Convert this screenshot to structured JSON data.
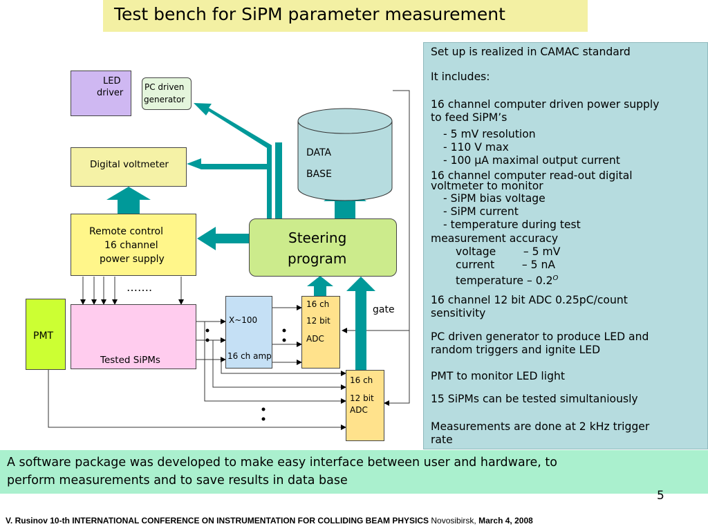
{
  "title": "Test bench for SiPM parameter measurement",
  "info": [
    "Set up is realized in CAMAC standard",
    "It includes:",
    "16 channel computer driven power supply",
    "to feed SiPM’s",
    "- 5 mV resolution",
    "- 110 V max",
    "- 100 μA maximal output current",
    "16 channel computer read-out digital",
    "voltmeter to monitor",
    "- SiPM bias voltage",
    "- SiPM current",
    "- temperature during test",
    "measurement accuracy",
    "voltage        – 5 mV",
    "current        – 5 nA",
    "temperature – 0.2",
    "16 channel 12 bit ADC 0.25pC/count",
    "sensitivity",
    "PC driven generator to produce LED and",
    "random triggers and ignite LED",
    "PMT to monitor LED light",
    "15 SiPMs can be tested simultaniously",
    "Measurements are done at 2 kHz trigger",
    "rate"
  ],
  "degree_symbol": "O",
  "diagram": {
    "led_driver": [
      "LED",
      "driver"
    ],
    "generator": [
      "PC driven",
      "generator"
    ],
    "voltmeter": "Digital voltmeter",
    "database": [
      "DATA",
      "BASE"
    ],
    "power_supply": [
      "Remote control",
      "16 channel",
      "power supply"
    ],
    "steering": [
      "Steering",
      "program"
    ],
    "pmt": "PMT",
    "sipms": "Tested SiPMs",
    "amp_gain": "X~100",
    "amp_label": "16 ch amp",
    "adc1": [
      "16 ch",
      "12 bit",
      "ADC"
    ],
    "adc2": [
      "16 ch",
      "12 bit",
      "ADC"
    ],
    "gate": "gate",
    "dots": "…….",
    "sipm_dots": "· ·"
  },
  "banner": [
    "A software package was developed to make easy interface between user and hardware, to",
    "perform measurements and to save results in data base"
  ],
  "page_number": "5",
  "footer": {
    "author": "V. Rusinov 10-th INTERNATIONAL CONFERENCE ON INSTRUMENTATION FOR COLLIDING BEAM PHYSICS",
    "place": "Novosibirsk,",
    "date": "March 4, 2008"
  },
  "colors": {
    "arrow": "#009999",
    "led_driver": "#cfb8f2",
    "generator": "#e4f5dc",
    "voltmeter": "#f5f2a6",
    "database": "#b6dcdf",
    "power_supply": "#fff68a",
    "steering": "#cceb8c",
    "pmt": "#ccff33",
    "sipms": "#ffccee",
    "amp": "#c5e0f5",
    "adc": "#ffe28c"
  }
}
